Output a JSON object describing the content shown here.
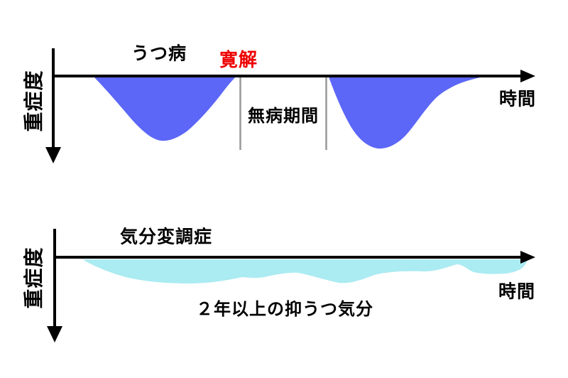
{
  "diagram": {
    "top_chart": {
      "title": "うつ病",
      "remission_label": "寛解",
      "disease_free_label": "無病期間",
      "y_axis_label": "重症度",
      "x_axis_label": "時間"
    },
    "bottom_chart": {
      "title": "気分変調症",
      "duration_label": "２年以上の抑うつ気分",
      "y_axis_label": "重症度",
      "x_axis_label": "時間"
    }
  },
  "colors": {
    "episode_fill": "#5c67f7",
    "dysthymia_fill": "#abebf2",
    "axis": "#000000",
    "marker_line": "#999999",
    "remission_text": "#ee0000"
  }
}
